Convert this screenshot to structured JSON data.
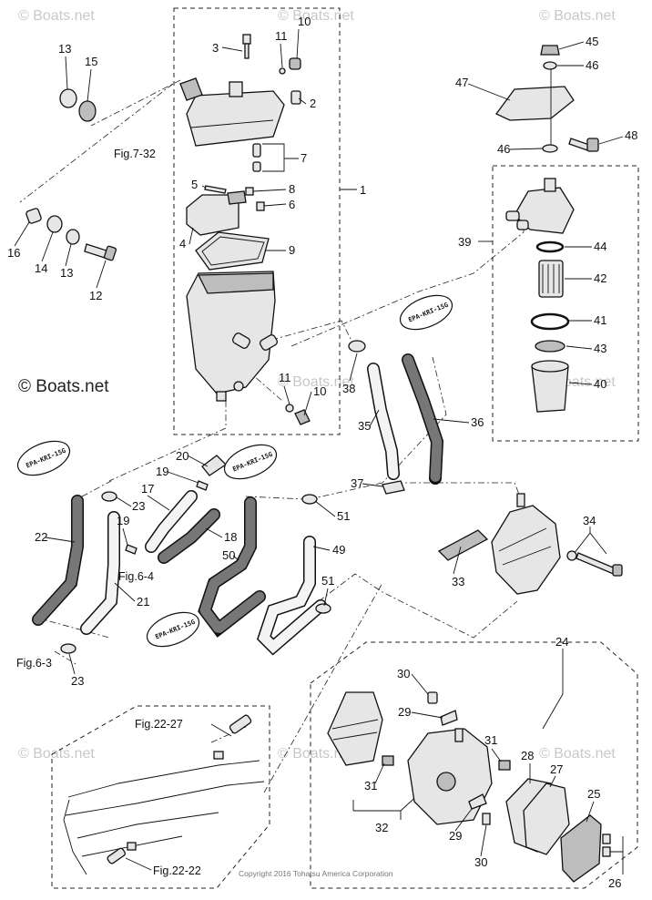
{
  "watermarks": {
    "corner": "© Boats.net",
    "main": "© Boats.net"
  },
  "copyright": "Copyright 2016 Tohatsu America Corporation",
  "hose_tag": "EPA-KRI-15G",
  "figure_refs": {
    "fig7_32": "Fig.7-32",
    "fig6_4": "Fig.6-4",
    "fig6_3": "Fig.6-3",
    "fig22_27": "Fig.22-27",
    "fig22_22": "Fig.22-22"
  },
  "callouts": {
    "c1": "1",
    "c2": "2",
    "c3": "3",
    "c4": "4",
    "c5": "5",
    "c6": "6",
    "c7": "7",
    "c8": "8",
    "c9": "9",
    "c10a": "10",
    "c10b": "10",
    "c11a": "11",
    "c11b": "11",
    "c12": "12",
    "c13a": "13",
    "c13b": "13",
    "c14": "14",
    "c15": "15",
    "c16": "16",
    "c17": "17",
    "c18": "18",
    "c19a": "19",
    "c19b": "19",
    "c20": "20",
    "c21": "21",
    "c22": "22",
    "c23a": "23",
    "c23b": "23",
    "c24": "24",
    "c25": "25",
    "c26": "26",
    "c27": "27",
    "c28": "28",
    "c29a": "29",
    "c29b": "29",
    "c30a": "30",
    "c30b": "30",
    "c31a": "31",
    "c31b": "31",
    "c32": "32",
    "c33": "33",
    "c34": "34",
    "c35": "35",
    "c36": "36",
    "c37": "37",
    "c38": "38",
    "c39": "39",
    "c40": "40",
    "c41": "41",
    "c42": "42",
    "c43": "43",
    "c44": "44",
    "c45": "45",
    "c46a": "46",
    "c46b": "46",
    "c47": "47",
    "c48": "48",
    "c49": "49",
    "c50": "50",
    "c51a": "51",
    "c51b": "51"
  }
}
